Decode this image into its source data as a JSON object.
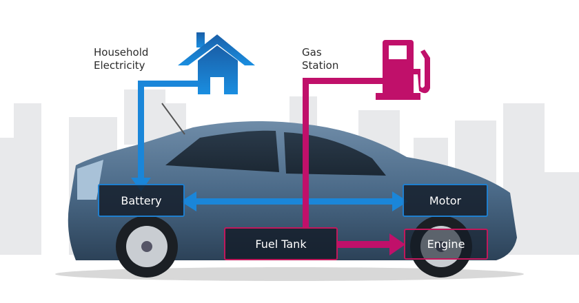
{
  "sources": {
    "household": {
      "label_line1": "Household",
      "label_line2": "Electricity",
      "icon": "house-icon"
    },
    "gas": {
      "label_line1": "Gas",
      "label_line2": "Station",
      "icon": "fuel-pump-icon"
    }
  },
  "components": {
    "battery": "Battery",
    "motor": "Motor",
    "fuel_tank": "Fuel Tank",
    "engine": "Engine"
  },
  "colors": {
    "electric": "#1a86d9",
    "fuel": "#c0106a",
    "car_body": "#4a6a88",
    "buildings": "#e6e7e9"
  }
}
